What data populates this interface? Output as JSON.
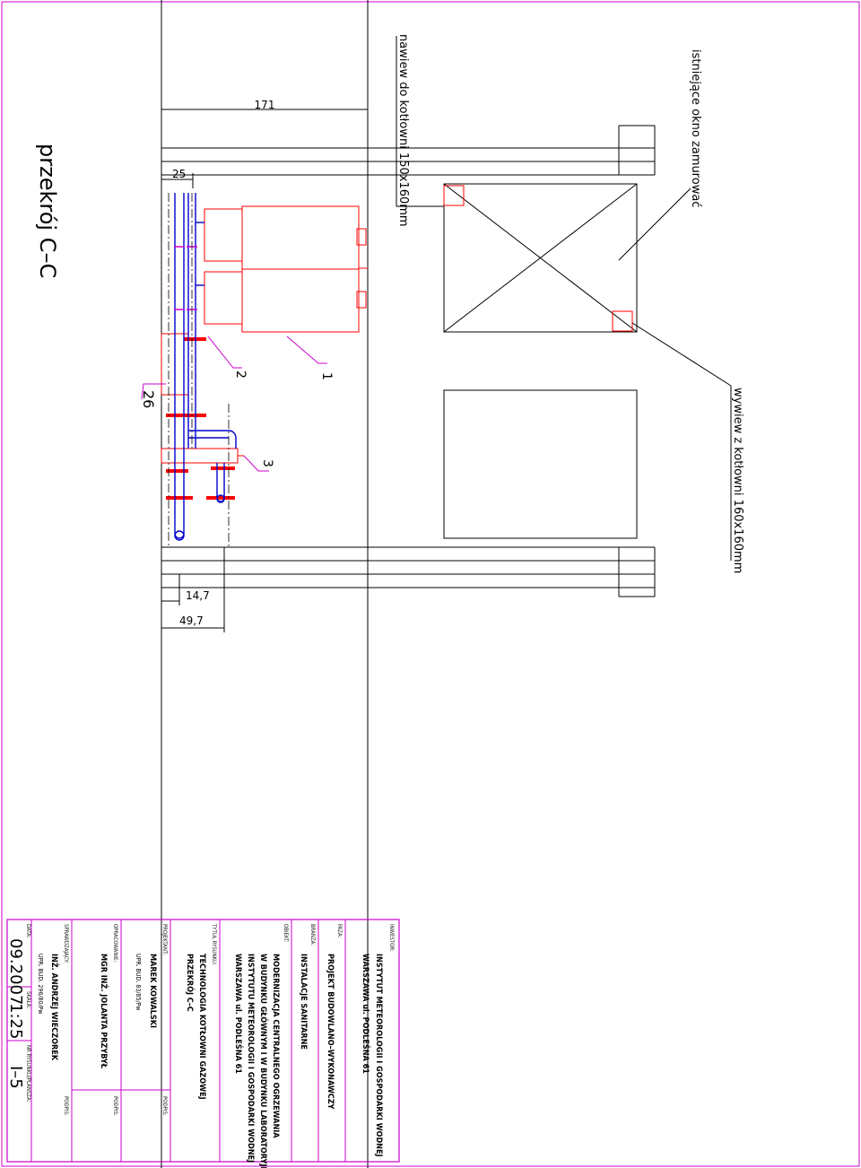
{
  "drawing": {
    "title": "przekrój C–C",
    "notes": {
      "existing_window": "istniejące okno zamurować",
      "supply_air": "nawiew do kotłowni 150x160mm",
      "exhaust_air": "wywiew z kotłowni 160x160mm"
    },
    "dimensions": {
      "d171": "171",
      "d25": "25",
      "d14_7": "14,7",
      "d49_7": "49,7"
    },
    "callouts": {
      "c1": "1",
      "c2": "2",
      "c3": "3",
      "c26": "26"
    }
  },
  "title_block": {
    "investor_label": "INWESTOR:",
    "investor_line1": "INSTYTUT METEOROLOGII I GOSPODARKI WODNEJ",
    "investor_line2": "WARSZAWA ul. PODLEŚNA 61",
    "phase_label": "FAZA:",
    "phase_value": "PROJEKT BUDOWLANO–WYKONAWCZY",
    "branch_label": "BRANŻA:",
    "branch_value": "INSTALACJE SANITARNE",
    "object_label": "OBIEKT:",
    "object_line1": "MODERNIZACJA CENTRALNEGO OGRZEWANIA",
    "object_line2": "W BUDYNKU GŁÓWNYM I W BUDYNKU LABORATORYJNYM",
    "object_line3": "INSTYTUTU METEOROLOGII I GOSPODARKI WODNEJ",
    "object_line4": "WARSZAWA ul. PODLEŚNA 61",
    "drawing_title_label": "TYTUŁ RYSUNKU:",
    "drawing_title_line1": "TECHNOLOGIA KOTŁOWNI GAZOWEJ",
    "drawing_title_line2": "PRZEKRÓJ C–C",
    "designer_label": "PROJEKTANT:",
    "designer_name": "MAREK KOWALSKI",
    "designer_license": "UPR. BUD. 83/85/Pw",
    "designer_sign_label": "PODPIS:",
    "prepared_label": "OPRACOWANIE:",
    "prepared_name": "MGR INŻ. JOLANTA PRZYBYŁ",
    "prepared_sign_label": "PODPIS:",
    "checked_label": "SPRAWDZAJĄCY:",
    "checked_name": "INŻ. ANDRZEJ WIECZOREK",
    "checked_license": "UPR. BUD. 296/80/Pw",
    "checked_sign_label": "PODPIS:",
    "date_label": "DATA:",
    "date_value": "09.2007",
    "scale_label": "SKALA:",
    "scale_value": "1:25",
    "sheet_label": "NR RYSUNKU/PLANSZA:",
    "sheet_value": "I–5"
  },
  "colors": {
    "dim_line": "#000000",
    "boiler": "#ff0000",
    "pipe": "#0000cc",
    "callout": "#cc00cc",
    "title": "#1a1aff"
  }
}
